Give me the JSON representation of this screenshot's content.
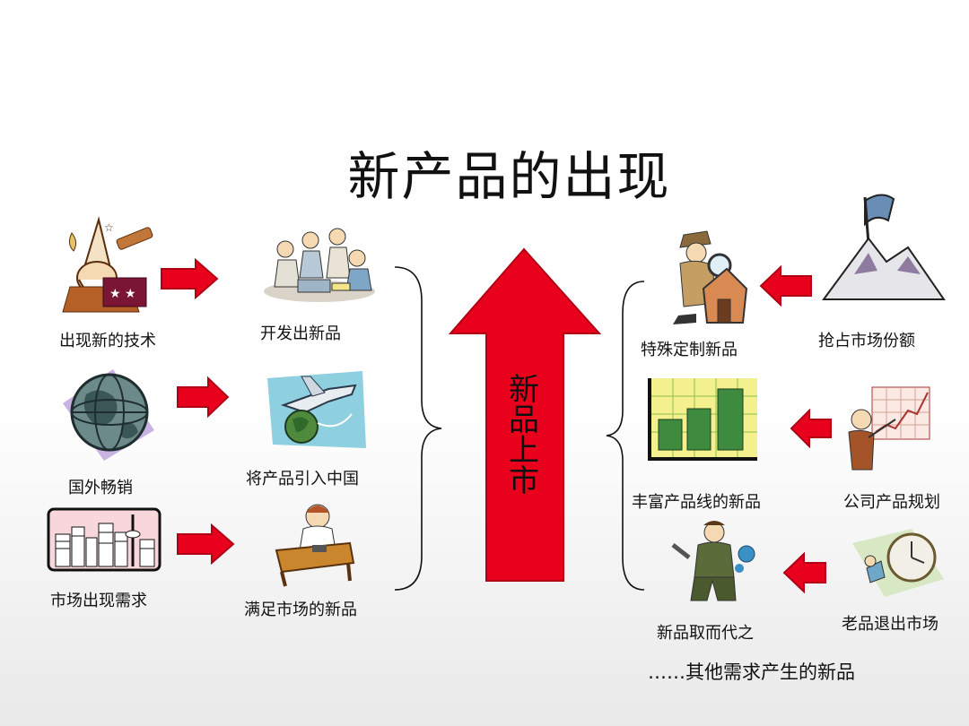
{
  "title": "新产品的出现",
  "center": {
    "chars": [
      "新",
      "品",
      "上",
      "市"
    ],
    "arrow_color": "#ff0000"
  },
  "left": {
    "sources": [
      "出现新的技术",
      "国外畅销",
      "市场出现需求"
    ],
    "results": [
      "开发出新品",
      "将产品引入中国",
      "满足市场的新品"
    ]
  },
  "right": {
    "results": [
      "特殊定制新品",
      "丰富产品线的新品",
      "新品取而代之"
    ],
    "sources": [
      "抢占市场份额",
      "公司产品规划",
      "老品退出市场"
    ]
  },
  "footnote": "……其他需求产生的新品",
  "icons": [
    "wizard-telescope",
    "team-meeting",
    "globe",
    "airplane-globe",
    "city-skyline",
    "phone-desk",
    "detective-house",
    "growth-chart",
    "mountain-flag",
    "presenter-chart",
    "mechanic",
    "stopwatch"
  ],
  "colors": {
    "arrow": "#e8001c",
    "arrow_dark": "#b00014"
  }
}
